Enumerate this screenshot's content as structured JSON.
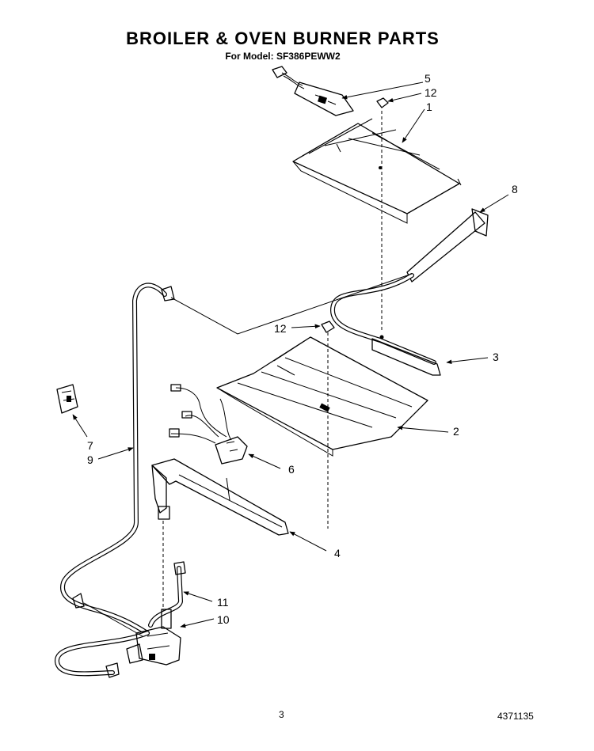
{
  "title": "BROILER & OVEN BURNER PARTS",
  "subtitle": "For Model: SF386PEWW2",
  "page_number": "3",
  "document_number": "4371135",
  "callouts": [
    {
      "id": "c5",
      "label": "5"
    },
    {
      "id": "c12a",
      "label": "12"
    },
    {
      "id": "c1",
      "label": "1"
    },
    {
      "id": "c8",
      "label": "8"
    },
    {
      "id": "c12b",
      "label": "12"
    },
    {
      "id": "c3",
      "label": "3"
    },
    {
      "id": "c2",
      "label": "2"
    },
    {
      "id": "c7",
      "label": "7"
    },
    {
      "id": "c9",
      "label": "9"
    },
    {
      "id": "c6",
      "label": "6"
    },
    {
      "id": "c4",
      "label": "4"
    },
    {
      "id": "c11",
      "label": "11"
    },
    {
      "id": "c10",
      "label": "10"
    }
  ]
}
